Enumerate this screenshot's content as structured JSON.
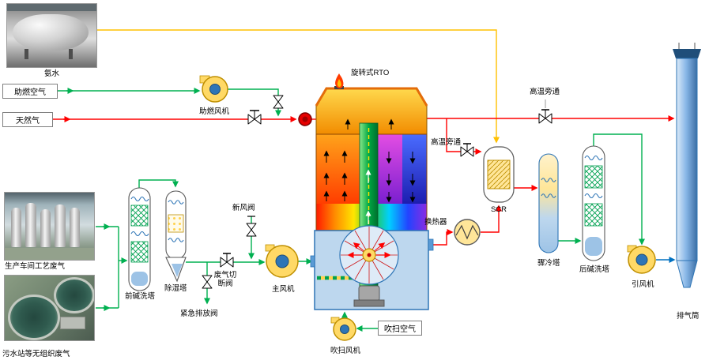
{
  "colors": {
    "pipe_green": "#00b050",
    "pipe_red": "#ff0000",
    "pipe_orange": "#ffc000",
    "pipe_blue": "#0070c0"
  },
  "labels": {
    "ammonia": "氨水",
    "combustion_air": "助燃空气",
    "natural_gas": "天然气",
    "combustion_fan": "助燃风机",
    "rto": "旋转式RTO",
    "high_temp_bypass_hx": "高温旁通",
    "high_temp_bypass_stack": "高温旁通",
    "scr": "SCR",
    "heat_exchanger": "换热器",
    "quench_tower": "骤冷塔",
    "post_alkali_tower": "后碱洗塔",
    "id_fan": "引风机",
    "stack": "排气筒",
    "workshop_gas": "生产车间工艺废气",
    "wastewater_gas": "污水站等无组织废气",
    "pre_alkali_tower": "前碱洗塔",
    "dehumidifier_tower": "除湿塔",
    "gas_cutoff_valve": "废气切断阀",
    "emergency_vent_valve": "紧急排放阀",
    "fresh_air_valve": "新风阀",
    "main_fan": "主风机",
    "purge_fan": "吹扫风机",
    "purge_air": "吹扫空气"
  }
}
